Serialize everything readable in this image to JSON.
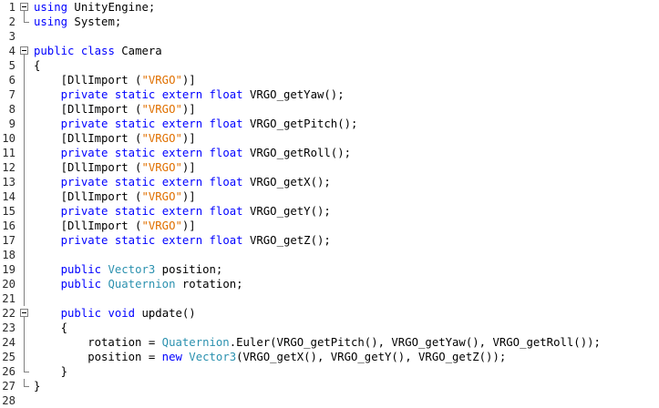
{
  "editor": {
    "lines": [
      {
        "n": "1",
        "fold": "box",
        "tokens": [
          {
            "t": "using",
            "c": "kw"
          },
          {
            "t": " UnityEngine;",
            "c": ""
          }
        ]
      },
      {
        "n": "2",
        "fold": "end",
        "tokens": [
          {
            "t": "using",
            "c": "kw"
          },
          {
            "t": " System;",
            "c": ""
          }
        ]
      },
      {
        "n": "3",
        "fold": "",
        "tokens": []
      },
      {
        "n": "4",
        "fold": "box",
        "tokens": [
          {
            "t": "public",
            "c": "kw"
          },
          {
            "t": " ",
            "c": ""
          },
          {
            "t": "class",
            "c": "kw"
          },
          {
            "t": " Camera",
            "c": ""
          }
        ]
      },
      {
        "n": "5",
        "fold": "line",
        "tokens": [
          {
            "t": "{",
            "c": ""
          }
        ]
      },
      {
        "n": "6",
        "fold": "line",
        "tokens": [
          {
            "t": "    [DllImport (",
            "c": ""
          },
          {
            "t": "\"VRGO\"",
            "c": "strv"
          },
          {
            "t": ")]",
            "c": ""
          }
        ]
      },
      {
        "n": "7",
        "fold": "line",
        "tokens": [
          {
            "t": "    ",
            "c": ""
          },
          {
            "t": "private",
            "c": "kw"
          },
          {
            "t": " ",
            "c": ""
          },
          {
            "t": "static",
            "c": "kw"
          },
          {
            "t": " ",
            "c": ""
          },
          {
            "t": "extern",
            "c": "kw"
          },
          {
            "t": " ",
            "c": ""
          },
          {
            "t": "float",
            "c": "kw"
          },
          {
            "t": " VRGO_getYaw();",
            "c": ""
          }
        ]
      },
      {
        "n": "8",
        "fold": "line",
        "tokens": [
          {
            "t": "    [DllImport (",
            "c": ""
          },
          {
            "t": "\"VRGO\"",
            "c": "strv"
          },
          {
            "t": ")]",
            "c": ""
          }
        ]
      },
      {
        "n": "9",
        "fold": "line",
        "tokens": [
          {
            "t": "    ",
            "c": ""
          },
          {
            "t": "private",
            "c": "kw"
          },
          {
            "t": " ",
            "c": ""
          },
          {
            "t": "static",
            "c": "kw"
          },
          {
            "t": " ",
            "c": ""
          },
          {
            "t": "extern",
            "c": "kw"
          },
          {
            "t": " ",
            "c": ""
          },
          {
            "t": "float",
            "c": "kw"
          },
          {
            "t": " VRGO_getPitch();",
            "c": ""
          }
        ]
      },
      {
        "n": "10",
        "fold": "line",
        "tokens": [
          {
            "t": "    [DllImport (",
            "c": ""
          },
          {
            "t": "\"VRGO\"",
            "c": "strv"
          },
          {
            "t": ")]",
            "c": ""
          }
        ]
      },
      {
        "n": "11",
        "fold": "line",
        "tokens": [
          {
            "t": "    ",
            "c": ""
          },
          {
            "t": "private",
            "c": "kw"
          },
          {
            "t": " ",
            "c": ""
          },
          {
            "t": "static",
            "c": "kw"
          },
          {
            "t": " ",
            "c": ""
          },
          {
            "t": "extern",
            "c": "kw"
          },
          {
            "t": " ",
            "c": ""
          },
          {
            "t": "float",
            "c": "kw"
          },
          {
            "t": " VRGO_getRoll();",
            "c": ""
          }
        ]
      },
      {
        "n": "12",
        "fold": "line",
        "tokens": [
          {
            "t": "    [DllImport (",
            "c": ""
          },
          {
            "t": "\"VRGO\"",
            "c": "strv"
          },
          {
            "t": ")]",
            "c": ""
          }
        ]
      },
      {
        "n": "13",
        "fold": "line",
        "tokens": [
          {
            "t": "    ",
            "c": ""
          },
          {
            "t": "private",
            "c": "kw"
          },
          {
            "t": " ",
            "c": ""
          },
          {
            "t": "static",
            "c": "kw"
          },
          {
            "t": " ",
            "c": ""
          },
          {
            "t": "extern",
            "c": "kw"
          },
          {
            "t": " ",
            "c": ""
          },
          {
            "t": "float",
            "c": "kw"
          },
          {
            "t": " VRGO_getX();",
            "c": ""
          }
        ]
      },
      {
        "n": "14",
        "fold": "line",
        "tokens": [
          {
            "t": "    [DllImport (",
            "c": ""
          },
          {
            "t": "\"VRGO\"",
            "c": "strv"
          },
          {
            "t": ")]",
            "c": ""
          }
        ]
      },
      {
        "n": "15",
        "fold": "line",
        "tokens": [
          {
            "t": "    ",
            "c": ""
          },
          {
            "t": "private",
            "c": "kw"
          },
          {
            "t": " ",
            "c": ""
          },
          {
            "t": "static",
            "c": "kw"
          },
          {
            "t": " ",
            "c": ""
          },
          {
            "t": "extern",
            "c": "kw"
          },
          {
            "t": " ",
            "c": ""
          },
          {
            "t": "float",
            "c": "kw"
          },
          {
            "t": " VRGO_getY();",
            "c": ""
          }
        ]
      },
      {
        "n": "16",
        "fold": "line",
        "tokens": [
          {
            "t": "    [DllImport (",
            "c": ""
          },
          {
            "t": "\"VRGO\"",
            "c": "strv"
          },
          {
            "t": ")]",
            "c": ""
          }
        ]
      },
      {
        "n": "17",
        "fold": "line",
        "tokens": [
          {
            "t": "    ",
            "c": ""
          },
          {
            "t": "private",
            "c": "kw"
          },
          {
            "t": " ",
            "c": ""
          },
          {
            "t": "static",
            "c": "kw"
          },
          {
            "t": " ",
            "c": ""
          },
          {
            "t": "extern",
            "c": "kw"
          },
          {
            "t": " ",
            "c": ""
          },
          {
            "t": "float",
            "c": "kw"
          },
          {
            "t": " VRGO_getZ();",
            "c": ""
          }
        ]
      },
      {
        "n": "18",
        "fold": "line",
        "tokens": []
      },
      {
        "n": "19",
        "fold": "line",
        "tokens": [
          {
            "t": "    ",
            "c": ""
          },
          {
            "t": "public",
            "c": "kw"
          },
          {
            "t": " ",
            "c": ""
          },
          {
            "t": "Vector3",
            "c": "ty"
          },
          {
            "t": " position;",
            "c": ""
          }
        ]
      },
      {
        "n": "20",
        "fold": "line",
        "tokens": [
          {
            "t": "    ",
            "c": ""
          },
          {
            "t": "public",
            "c": "kw"
          },
          {
            "t": " ",
            "c": ""
          },
          {
            "t": "Quaternion",
            "c": "ty"
          },
          {
            "t": " rotation;",
            "c": ""
          }
        ]
      },
      {
        "n": "21",
        "fold": "line",
        "tokens": []
      },
      {
        "n": "22",
        "fold": "box",
        "tokens": [
          {
            "t": "    ",
            "c": ""
          },
          {
            "t": "public",
            "c": "kw"
          },
          {
            "t": " ",
            "c": ""
          },
          {
            "t": "void",
            "c": "kw"
          },
          {
            "t": " update()",
            "c": ""
          }
        ]
      },
      {
        "n": "23",
        "fold": "line",
        "tokens": [
          {
            "t": "    {",
            "c": ""
          }
        ]
      },
      {
        "n": "24",
        "fold": "line",
        "tokens": [
          {
            "t": "        rotation = ",
            "c": ""
          },
          {
            "t": "Quaternion",
            "c": "ty"
          },
          {
            "t": ".Euler(VRGO_getPitch(), VRGO_getYaw(), VRGO_getRoll());",
            "c": ""
          }
        ]
      },
      {
        "n": "25",
        "fold": "line",
        "tokens": [
          {
            "t": "        position = ",
            "c": ""
          },
          {
            "t": "new",
            "c": "kw"
          },
          {
            "t": " ",
            "c": ""
          },
          {
            "t": "Vector3",
            "c": "ty"
          },
          {
            "t": "(VRGO_getX(), VRGO_getY(), VRGO_getZ());",
            "c": ""
          }
        ]
      },
      {
        "n": "26",
        "fold": "end",
        "tokens": [
          {
            "t": "    }",
            "c": ""
          }
        ]
      },
      {
        "n": "27",
        "fold": "end",
        "tokens": [
          {
            "t": "}",
            "c": ""
          }
        ]
      },
      {
        "n": "28",
        "fold": "",
        "tokens": []
      }
    ]
  },
  "colors": {
    "keyword": "#0000ff",
    "type": "#2b91af",
    "string": "#e07000",
    "text": "#000000",
    "line_number": "#2b2b2b"
  }
}
